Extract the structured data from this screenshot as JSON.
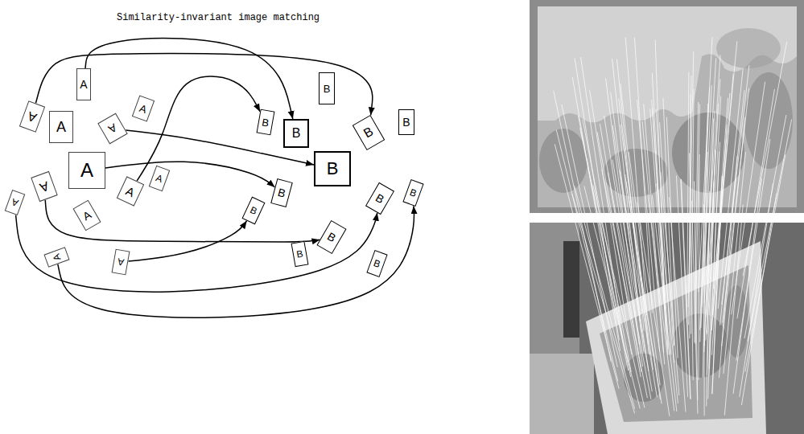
{
  "diagram": {
    "title": "Similarity-invariant image matching",
    "nodes": [
      {
        "text": [
          "A"
        ]
      },
      {
        "text": [
          "A"
        ]
      },
      {
        "text": [
          "A"
        ]
      },
      {
        "text": [
          "A"
        ]
      },
      {
        "text": [
          "A"
        ]
      },
      {
        "text": [
          "A"
        ]
      },
      {
        "text": [
          "A"
        ]
      },
      {
        "text": [
          "A"
        ]
      },
      {
        "text": [
          "A"
        ]
      },
      {
        "text": [
          "A"
        ]
      },
      {
        "text": [
          "A"
        ]
      },
      {
        "text": [
          "A"
        ]
      },
      {
        "text": [
          "A"
        ]
      },
      {
        "text": [
          "B"
        ]
      },
      {
        "text": [
          "B"
        ]
      },
      {
        "text": [
          "B"
        ]
      },
      {
        "text": [
          "B"
        ]
      },
      {
        "text": [
          "B"
        ]
      },
      {
        "text": [
          "B"
        ]
      },
      {
        "text": [
          "B"
        ]
      },
      {
        "text": [
          "B"
        ]
      },
      {
        "text": [
          "B"
        ]
      },
      {
        "text": [
          "B"
        ]
      },
      {
        "text": [
          "B"
        ]
      },
      {
        "text": [
          "B"
        ]
      },
      {
        "text": [
          "B"
        ]
      }
    ],
    "edges": [
      {
        "from": 0,
        "to": 15,
        "arrow": "to"
      },
      {
        "from": 1,
        "to": 16,
        "arrow": "to"
      },
      {
        "from": 3,
        "to": 18,
        "arrow": "to"
      },
      {
        "from": 6,
        "to": 14,
        "arrow": "to"
      },
      {
        "from": 5,
        "to": 19,
        "arrow": "to"
      },
      {
        "from": 8,
        "to": 23,
        "arrow": "to"
      },
      {
        "from": 11,
        "to": 20,
        "arrow": "to"
      },
      {
        "from": 9,
        "to": 21,
        "arrow": "to"
      },
      {
        "from": 12,
        "to": 22,
        "arrow": "to"
      }
    ]
  }
}
